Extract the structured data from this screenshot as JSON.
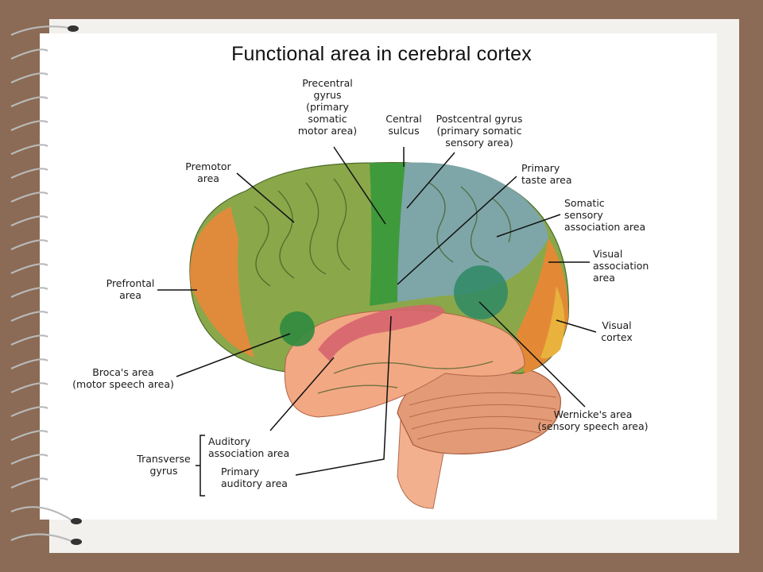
{
  "title": "Functional area in cerebral cortex",
  "colors": {
    "frame": "#8b6b55",
    "motor": "#8aa84a",
    "primary_motor": "#3f9a3c",
    "sensory": "#7ea6a8",
    "prefrontal": "#e08a3c",
    "temporal": "#f2a883",
    "auditory_assoc": "#d6646e",
    "visual": "#e8b23c",
    "cerebellum": "#e39a76"
  },
  "labels": {
    "precentral": "Precentral\ngyrus\n(primary\nsomatic\nmotor area)",
    "central_sulcus": "Central\nsulcus",
    "postcentral": "Postcentral gyrus\n(primary somatic\nsensory area)",
    "premotor": "Premotor\narea",
    "primary_taste": "Primary\ntaste area",
    "somatic_assoc": "Somatic\nsensory\nassociation area",
    "visual_assoc": "Visual\nassociation\narea",
    "prefrontal": "Prefrontal\narea",
    "visual_cortex": "Visual\ncortex",
    "broca": "Broca's area\n(motor speech area)",
    "wernicke": "Wernicke's area\n(sensory speech area)",
    "auditory_assoc": "Auditory\nassociation area",
    "primary_auditory": "Primary\nauditory area",
    "transverse_gyrus": "Transverse\ngyrus"
  }
}
